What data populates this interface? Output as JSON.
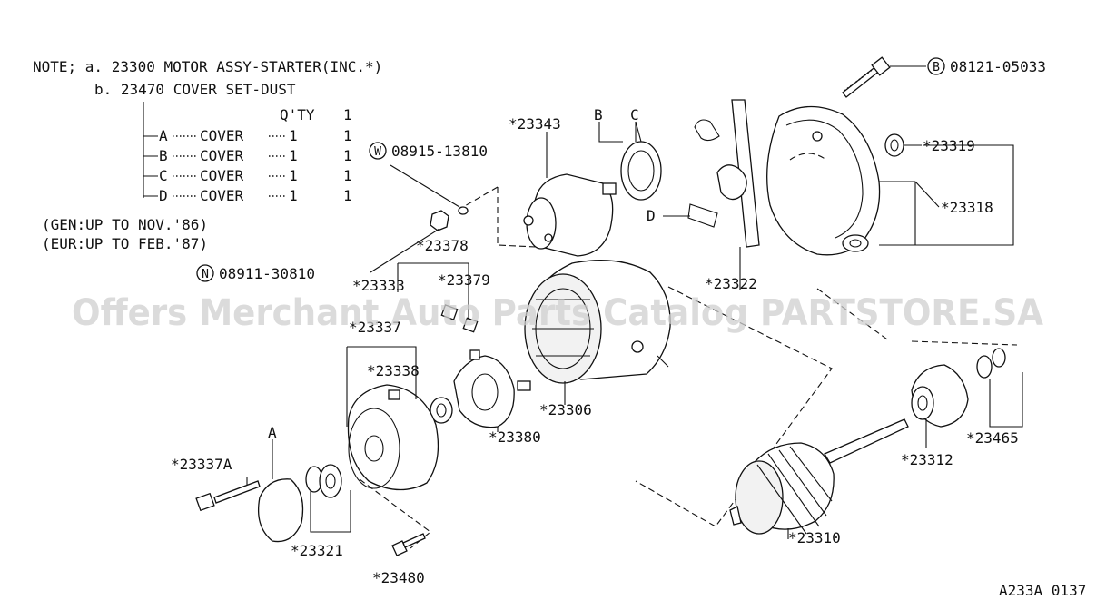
{
  "notes": {
    "line_a": "NOTE; a. 23300 MOTOR ASSY-STARTER(INC.*)",
    "line_b": "b. 23470 COVER SET-DUST",
    "qty_header": "Q'TY",
    "qty_header_value": "1",
    "cover_rows": [
      {
        "letter": "A",
        "name": "COVER",
        "count": "1",
        "qty": "1"
      },
      {
        "letter": "B",
        "name": "COVER",
        "count": "1",
        "qty": "1"
      },
      {
        "letter": "C",
        "name": "COVER",
        "count": "1",
        "qty": "1"
      },
      {
        "letter": "D",
        "name": "COVER",
        "count": "1",
        "qty": "1"
      }
    ],
    "gen_note": "(GEN:UP TO NOV.'86)",
    "eur_note": "(EUR:UP TO FEB.'87)"
  },
  "callouts": {
    "c08121": {
      "prefix": "B",
      "number": "08121-05033"
    },
    "c08915": {
      "prefix": "W",
      "number": "08915-13810"
    },
    "c08911": {
      "prefix": "N",
      "number": "08911-30810"
    }
  },
  "labels": {
    "p23343": "*23343",
    "pB": "B",
    "pC": "C",
    "pD": "D",
    "p23319": "*23319",
    "p23318": "*23318",
    "p23322": "*23322",
    "p23378": "*23378",
    "p23333": "*23333",
    "p23379": "*23379",
    "p23337": "*23337",
    "p23338": "*23338",
    "p23306": "*23306",
    "p23380": "*23380",
    "pA": "A",
    "p23337A": "*23337A",
    "p23321": "*23321",
    "p23480": "*23480",
    "p23465": "*23465",
    "p23312": "*23312",
    "p23310": "*23310"
  },
  "watermark": "Offers Merchant Auto Parts Catalog PARTSTORE.SA",
  "diagram_code": "A233A 0137"
}
